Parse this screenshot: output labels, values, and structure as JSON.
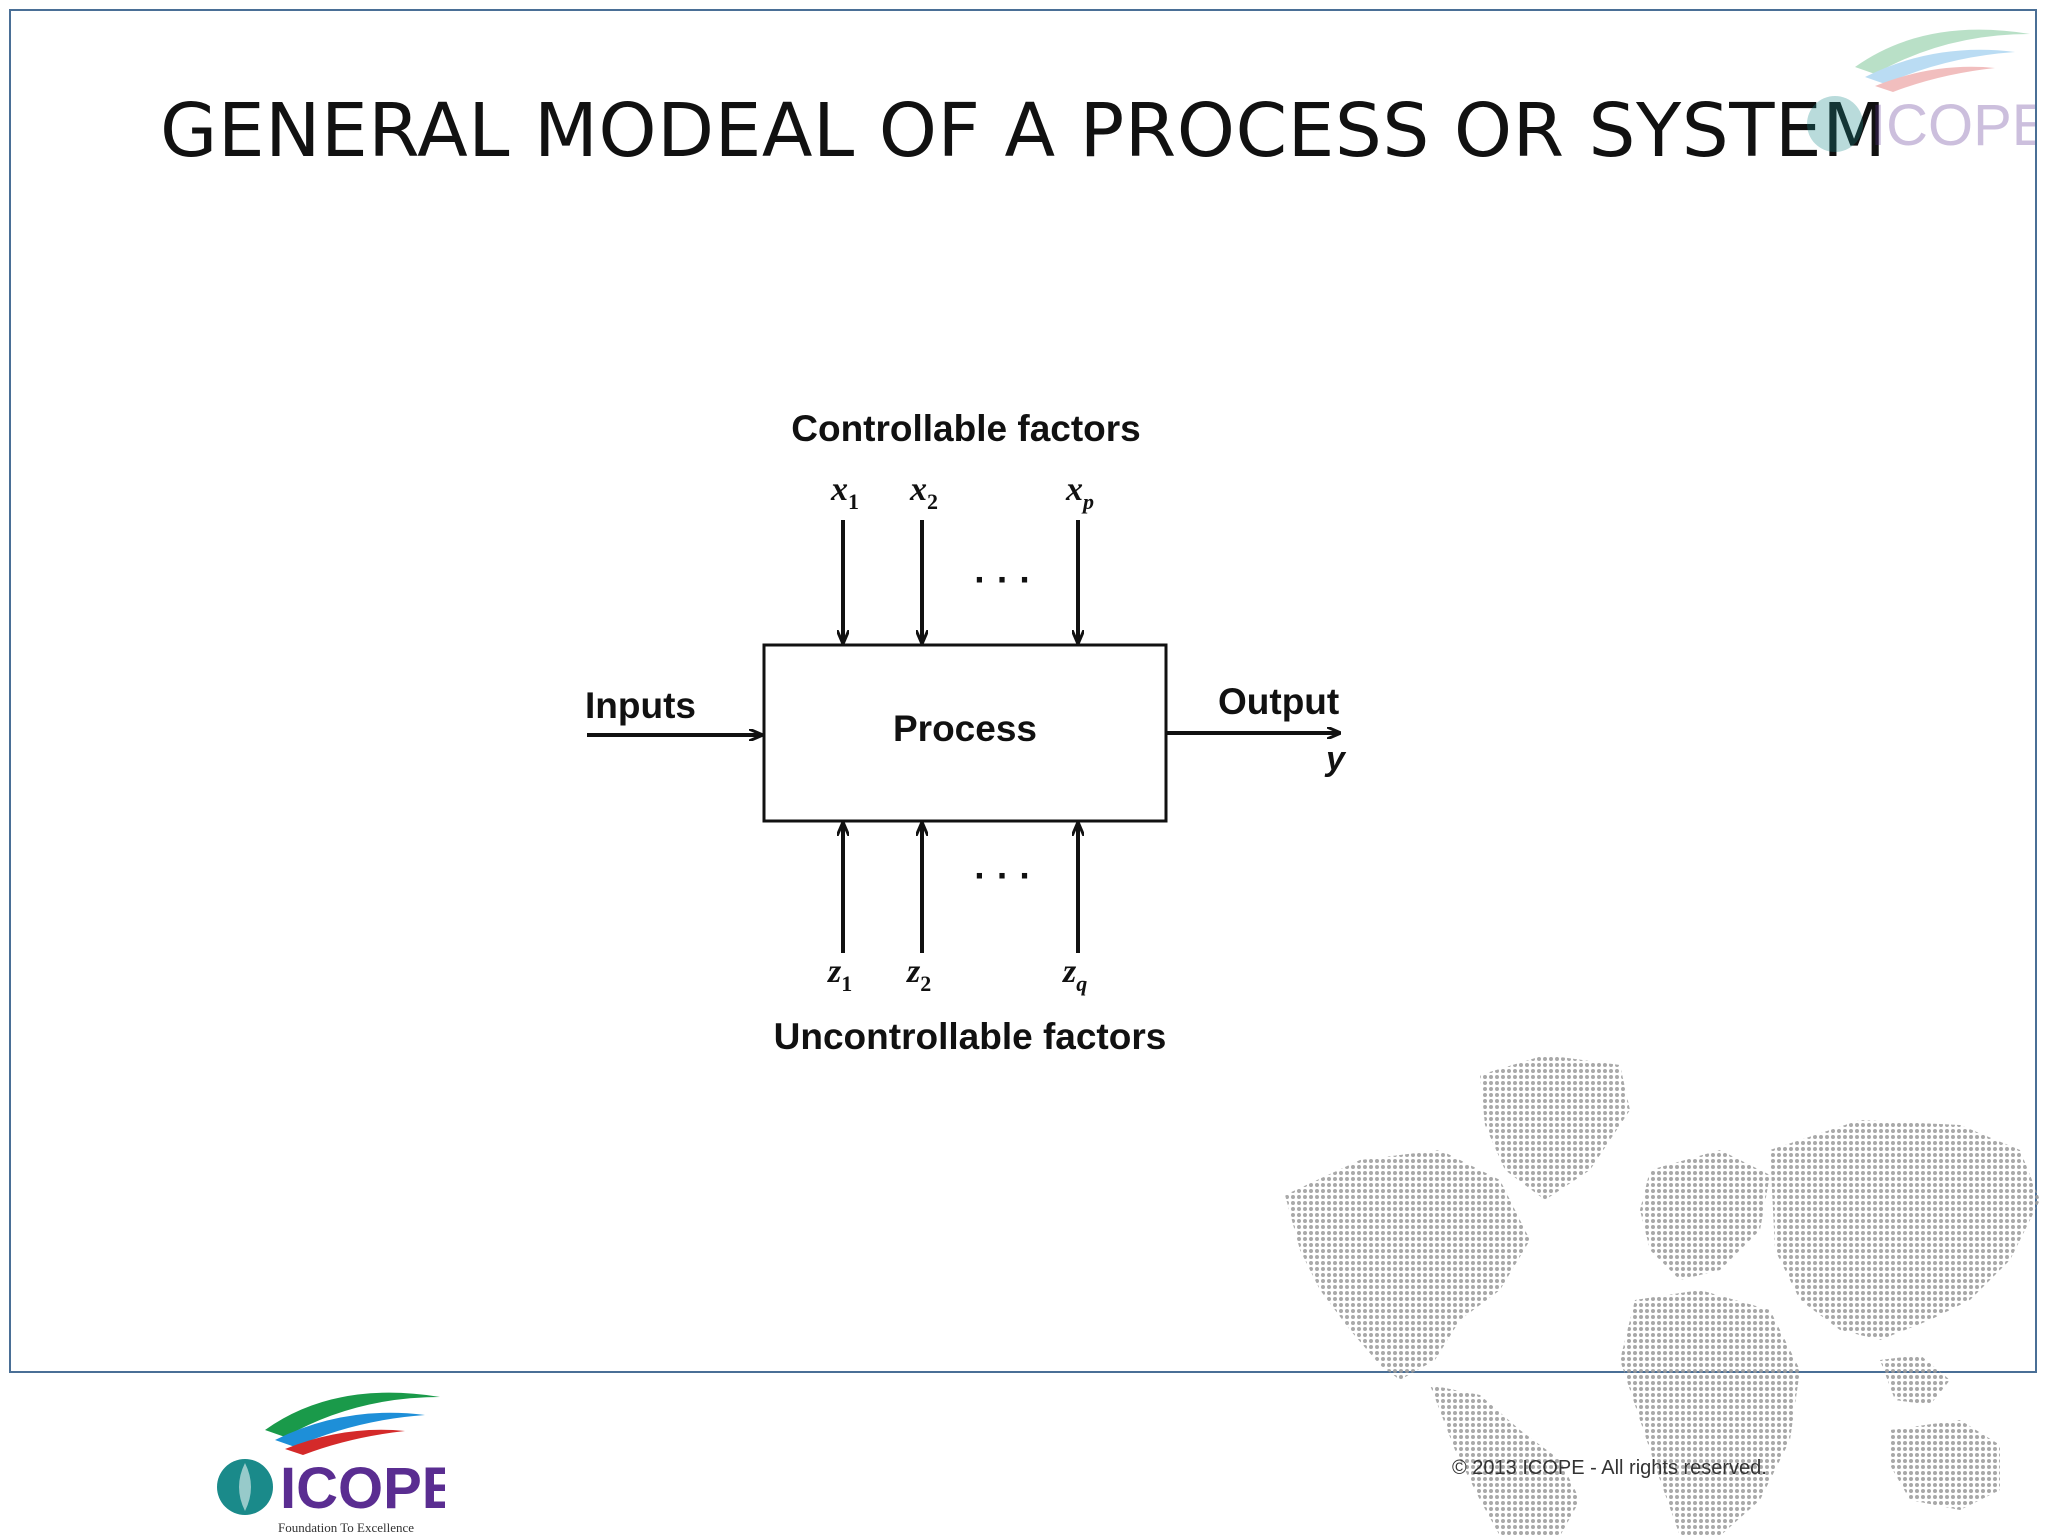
{
  "slide": {
    "title": "GENERAL MODEAL OF A PROCESS OR SYSTEM",
    "copyright": "©  2013 ICOPE - All rights reserved."
  },
  "diagram": {
    "process_label": "Process",
    "inputs_label": "Inputs",
    "output_label": "Output",
    "output_var": "y",
    "controllable_label": "Controllable factors",
    "uncontrollable_label": "Uncontrollable factors",
    "controllable_vars": [
      {
        "base": "x",
        "sub": "1"
      },
      {
        "base": "x",
        "sub": "2"
      },
      {
        "base": "x",
        "sub": "p"
      }
    ],
    "uncontrollable_vars": [
      {
        "base": "z",
        "sub": "1"
      },
      {
        "base": "z",
        "sub": "2"
      },
      {
        "base": "z",
        "sub": "q"
      }
    ],
    "ellipsis": "· · ·"
  },
  "logo": {
    "name": "ICOPE",
    "tagline": "Foundation To Excellence",
    "colors": {
      "green": "#1a9a4a",
      "blue": "#1e8fd8",
      "red": "#d42a2a",
      "purple": "#5a2d91"
    }
  }
}
